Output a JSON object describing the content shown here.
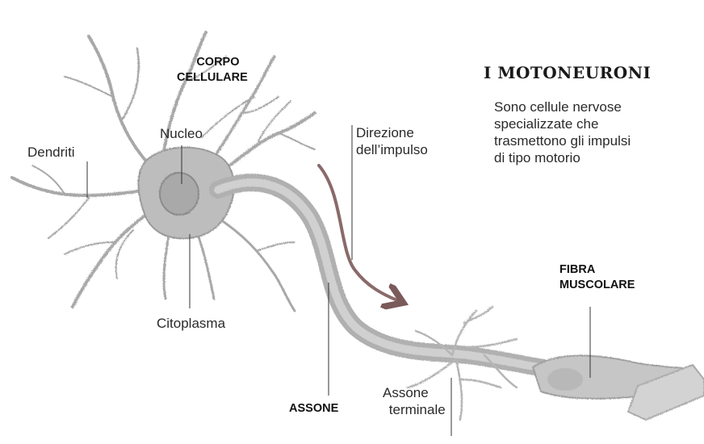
{
  "title": "I MOTONEURONI",
  "description": [
    "Sono cellule nervose",
    "specializzate che",
    "trasmettono gli impulsi",
    "di tipo motorio"
  ],
  "labels": {
    "corpo_cellulare": [
      "CORPO",
      "CELLULARE"
    ],
    "nucleo": "Nucleo",
    "dendriti": "Dendriti",
    "citoplasma": "Citoplasma",
    "direzione": [
      "Direzione",
      "dell’impulso"
    ],
    "assone": "ASSONE",
    "assone_terminale": [
      "Assone",
      "terminale"
    ],
    "fibra_muscolare": [
      "FIBRA",
      "MUSCOLARE"
    ]
  },
  "colors": {
    "neuron": "#9a9a9a",
    "neuron_light": "#c8c8c8",
    "arrow": "#8a6a6a",
    "leader_line": "#333333"
  }
}
